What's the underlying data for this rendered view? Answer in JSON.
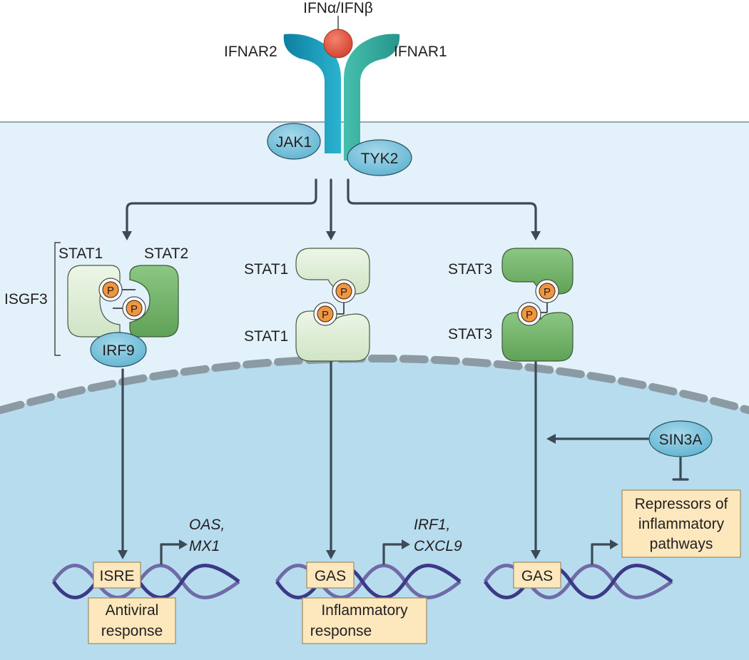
{
  "ligand": {
    "label": "IFNα/IFNβ"
  },
  "receptors": {
    "left": "IFNAR2",
    "right": "IFNAR1"
  },
  "kinases": {
    "left": "JAK1",
    "right": "TYK2"
  },
  "complex_left": {
    "bracket_label": "ISGF3",
    "stat_a": "STAT1",
    "stat_b": "STAT2",
    "partner": "IRF9",
    "phospho": "P",
    "element": "ISRE",
    "genes_line1": "OAS,",
    "genes_line2": "MX1",
    "response_line1": "Antiviral",
    "response_line2": "response"
  },
  "complex_middle": {
    "stat_a": "STAT1",
    "stat_b": "STAT1",
    "phospho": "P",
    "element": "GAS",
    "genes_line1": "IRF1,",
    "genes_line2": "CXCL9",
    "response_line1": "Inflammatory",
    "response_line2": "response"
  },
  "complex_right": {
    "stat_a": "STAT3",
    "stat_b": "STAT3",
    "phospho": "P",
    "element": "GAS",
    "repressor": "SIN3A",
    "target_line1": "Repressors of",
    "target_line2": "inflammatory",
    "target_line3": "pathways"
  },
  "colors": {
    "cytoplasm": "#e3f1fa",
    "nucleus": "#b7dcee",
    "stat_light": "#dcecd4",
    "stat_dark": "#77b86d",
    "oval_blue": "#6ab9d6",
    "ligand_red": "#e2553f",
    "receptor_dark": "#1798b8",
    "receptor_teal": "#35a89d"
  }
}
